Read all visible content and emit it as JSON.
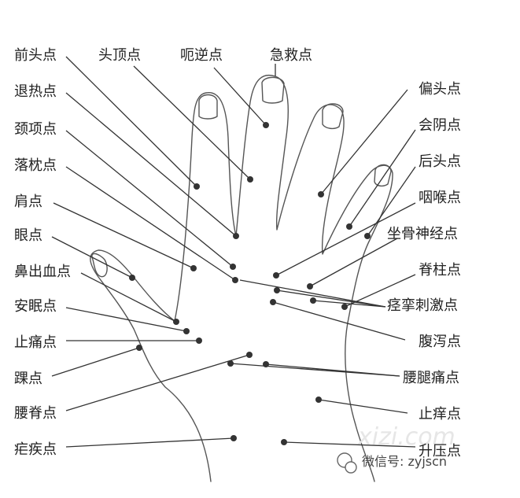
{
  "points": [
    {
      "label": "前头点"
    },
    {
      "label": "头顶点"
    },
    {
      "label": "呃逆点"
    },
    {
      "label": "急救点"
    },
    {
      "label": "退热点"
    },
    {
      "label": "颈项点"
    },
    {
      "label": "落枕点"
    },
    {
      "label": "肩点"
    },
    {
      "label": "眼点"
    },
    {
      "label": "鼻出血点"
    },
    {
      "label": "安眠点"
    },
    {
      "label": "止痛点"
    },
    {
      "label": "踝点"
    },
    {
      "label": "腰脊点"
    },
    {
      "label": "疟疾点"
    },
    {
      "label": "偏头点"
    },
    {
      "label": "会阴点"
    },
    {
      "label": "后头点"
    },
    {
      "label": "咽喉点"
    },
    {
      "label": "坐骨神经点"
    },
    {
      "label": "脊柱点"
    },
    {
      "label": "痉挛刺激点"
    },
    {
      "label": "腹泻点"
    },
    {
      "label": "腰腿痛点"
    },
    {
      "label": "止痒点"
    },
    {
      "label": "升压点"
    }
  ],
  "watermark": "xizi.com",
  "wechat": "微信号: zyjscn"
}
